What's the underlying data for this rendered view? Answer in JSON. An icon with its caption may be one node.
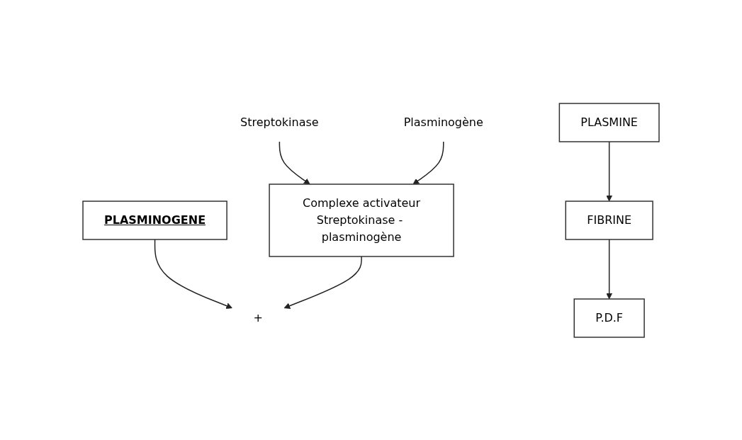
{
  "diagram": {
    "nodes": [
      {
        "text": [
          "PLASMINOGENE"
        ]
      },
      {
        "text": [
          "Streptokinase"
        ]
      },
      {
        "text": [
          "Plasminogène"
        ]
      },
      {
        "text": [
          "Complexe activateur",
          "Streptokinase - plasminogène"
        ]
      },
      {
        "text": [
          "+"
        ]
      },
      {
        "text": [
          "PLASMINE"
        ]
      },
      {
        "text": [
          "FIBRINE"
        ]
      },
      {
        "text": [
          "P.D.F"
        ]
      }
    ],
    "edges": [
      {
        "from": 0,
        "to": 4,
        "arrow": "to"
      },
      {
        "from": 1,
        "to": 3,
        "arrow": "to"
      },
      {
        "from": 2,
        "to": 3,
        "arrow": "to"
      },
      {
        "from": 3,
        "to": 4,
        "arrow": "to"
      },
      {
        "from": 5,
        "to": 6,
        "arrow": "to"
      },
      {
        "from": 6,
        "to": 7,
        "arrow": "to"
      }
    ]
  }
}
